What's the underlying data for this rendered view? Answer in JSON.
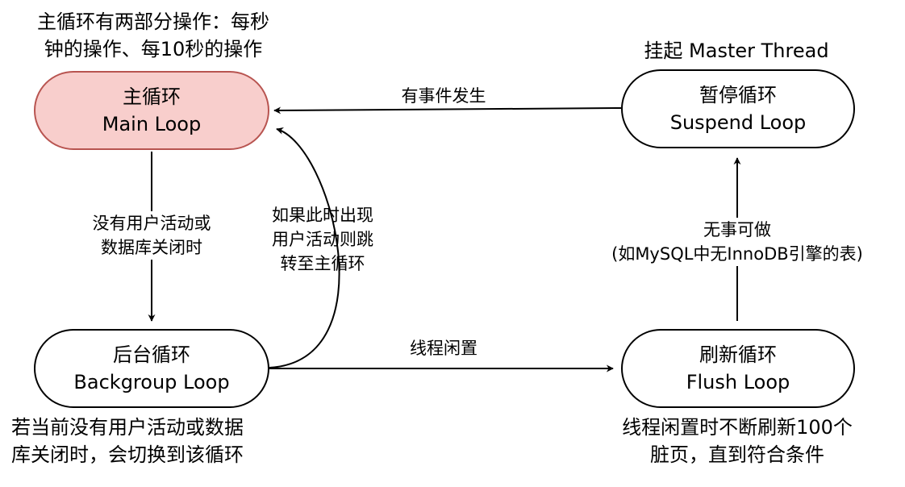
{
  "nodes": {
    "main_loop": {
      "line1": "主循环",
      "line2": "Main Loop",
      "fill": "#f8cecc",
      "stroke": "#b85450"
    },
    "background_loop": {
      "line1": "后台循环",
      "line2": "Backgroup Loop"
    },
    "flush_loop": {
      "line1": "刷新循环",
      "line2": "Flush Loop"
    },
    "suspend_loop": {
      "line1": "暂停循环",
      "line2": "Suspend Loop"
    }
  },
  "edge_labels": {
    "main_to_background": {
      "line1": "没有用户活动或",
      "line2": "数据库关闭时"
    },
    "background_to_main": {
      "line1": "如果此时出现",
      "line2": "用户活动则跳",
      "line3": "转至主循环"
    },
    "background_to_flush": "线程闲置",
    "flush_to_suspend": {
      "line1": "无事可做",
      "line2": "(如MySQL中无InnoDB引擎的表)"
    },
    "suspend_to_main": "有事件发生"
  },
  "notes": {
    "main_loop": {
      "line1": "主循环有两部分操作：每秒",
      "line2": "钟的操作、每10秒的操作"
    },
    "suspend_loop": "挂起 Master Thread",
    "background_loop": {
      "line1": "若当前没有用户活动或数据",
      "line2": "库关闭时，会切换到该循环"
    },
    "flush_loop": {
      "line1": "线程闲置时不断刷新100个",
      "line2": "脏页，直到符合条件"
    }
  }
}
